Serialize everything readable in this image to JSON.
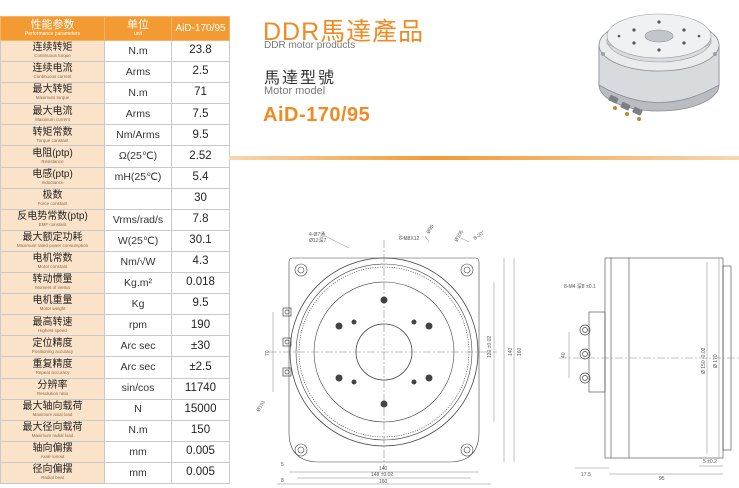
{
  "header": {
    "title_main": "DDR馬達產品",
    "title_sub": "DDR motor products",
    "model_label": "馬達型號",
    "model_label_en": "Motor model",
    "model_value": "AiD-170/95"
  },
  "spec_table": {
    "columns": [
      {
        "zh": "性能参数",
        "en": "Performance parameters"
      },
      {
        "zh": "单位",
        "en": "unit"
      },
      {
        "zh": "AiD-170/95",
        "en": ""
      }
    ],
    "rows": [
      {
        "zh": "连续转矩",
        "en": "Continuous torque",
        "unit": "N.m",
        "value": "23.8"
      },
      {
        "zh": "连续电流",
        "en": "Continuous current",
        "unit": "Arms",
        "value": "2.5"
      },
      {
        "zh": "最大转矩",
        "en": "Maximum torque",
        "unit": "N.m",
        "value": "71"
      },
      {
        "zh": "最大电流",
        "en": "Maximum current",
        "unit": "Arms",
        "value": "7.5"
      },
      {
        "zh": "转矩常数",
        "en": "Torque constant",
        "unit": "Nm/Arms",
        "value": "9.5"
      },
      {
        "zh": "电阻(ptp)",
        "en": "Resistance",
        "unit": "Ω(25℃)",
        "value": "2.52"
      },
      {
        "zh": "电感(ptp)",
        "en": "Inductance",
        "unit": "mH(25℃)",
        "value": "5.4"
      },
      {
        "zh": "极数",
        "en": "Force constant",
        "unit": "",
        "value": "30"
      },
      {
        "zh": "反电势常数(ptp)",
        "en": "EMF constant",
        "unit": "Vrms/rad/s",
        "value": "7.8"
      },
      {
        "zh": "最大额定功耗",
        "en": "Maximum rated power consumption",
        "unit": "W(25℃)",
        "value": "30.1"
      },
      {
        "zh": "电机常数",
        "en": "Motor constant",
        "unit": "Nm/√W",
        "value": "4.3"
      },
      {
        "zh": "转动惯量",
        "en": "Moment of inertia",
        "unit": "Kg.m²",
        "value": "0.018"
      },
      {
        "zh": "电机重量",
        "en": "Motor weight",
        "unit": "Kg",
        "value": "9.5"
      },
      {
        "zh": "最高转速",
        "en": "Highest speed",
        "unit": "rpm",
        "value": "190"
      },
      {
        "zh": "定位精度",
        "en": "Positioning accuracy",
        "unit": "Arc sec",
        "value": "±30"
      },
      {
        "zh": "重复精度",
        "en": "Repeat accuracy",
        "unit": "Arc sec",
        "value": "±2.5"
      },
      {
        "zh": "分辨率",
        "en": "Resolution ratio",
        "unit": "sin/cos",
        "value": "11740"
      },
      {
        "zh": "最大轴向载荷",
        "en": "Maximum axial load",
        "unit": "N",
        "value": "15000"
      },
      {
        "zh": "最大径向载荷",
        "en": "Maximum radial load",
        "unit": "N.m",
        "value": "150"
      },
      {
        "zh": "轴向偏摆",
        "en": "Axial runout",
        "unit": "mm",
        "value": "0.005"
      },
      {
        "zh": "径向偏摆",
        "en": "Radial beat",
        "unit": "mm",
        "value": "0.005"
      }
    ]
  },
  "drawing_labels": {
    "holes_a": "4-Ø7通",
    "holes_a2": "Ø12深7",
    "holes_b": "6-M8X12",
    "dia_top": "Ø95",
    "dia_top2": "Ø106",
    "angle": "8-20°",
    "pcd": "Ø151",
    "dim_120": "120 ±0.02",
    "dim_140v": "140",
    "dim_160v": "160",
    "dim_70": "70",
    "dim_140h": "140",
    "dim_148": "148 ±0.02",
    "dim_160h": "160",
    "dim_5": "5",
    "dim_8": "8",
    "dim_40": "40",
    "dim_150": "Ø 150 -0.02",
    "dim_170": "Ø 170",
    "dim_17_5": "17.5",
    "dim_95": "95",
    "dim_5_2": "5 ±0.2",
    "dim_side": "8-M4 深8 ±0.1"
  },
  "colors": {
    "accent": "#f08a23",
    "header_bg": "#f39a32",
    "name_cell_bg": "#fbe3c9"
  }
}
